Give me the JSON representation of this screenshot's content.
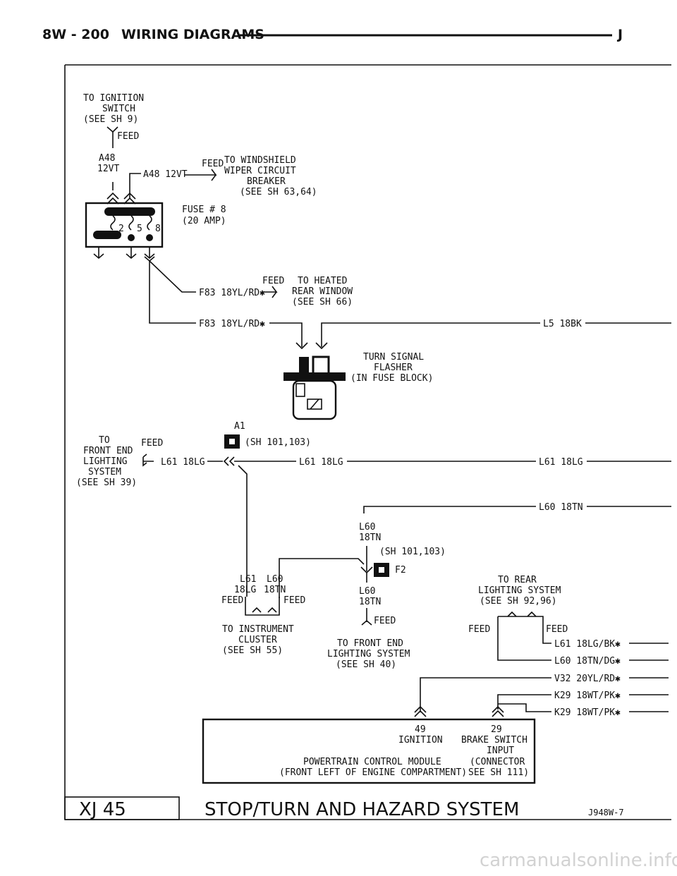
{
  "header": {
    "left": "8W - 200",
    "title": "WIRING DIAGRAMS",
    "right": "J"
  },
  "ignition": {
    "line1": "TO IGNITION",
    "line2": "SWITCH",
    "line3": "(SEE SH 9)",
    "feed": "FEED"
  },
  "a48": {
    "line1": "A48",
    "line2": "12VT",
    "wire": "A48 12VT"
  },
  "wiper": {
    "feed": "FEED",
    "line1": "TO WINDSHIELD",
    "line2": "WIPER CIRCUIT",
    "line3": "BREAKER",
    "line4": "(SEE SH 63,64)"
  },
  "fuse": {
    "line1": "FUSE # 8",
    "line2": "(20 AMP)",
    "pin2": "2",
    "pin5": "5",
    "pin8": "8"
  },
  "heated": {
    "feed": "FEED",
    "line1": "TO HEATED",
    "line2": "REAR WINDOW",
    "line3": "(SEE SH 66)",
    "wire": "F83 18YL/RD✱"
  },
  "f83_main": "F83 18YL/RD✱",
  "l5": "L5 18BK",
  "flasher": {
    "line1": "TURN SIGNAL",
    "line2": "FLASHER",
    "line3": "(IN FUSE BLOCK)"
  },
  "a1": {
    "label": "A1",
    "ref": "(SH 101,103)"
  },
  "front_lighting": {
    "line1": "TO",
    "line2": "FRONT END",
    "line3": "LIGHTING",
    "line4": "SYSTEM",
    "line5": "(SEE SH 39)",
    "feed": "FEED"
  },
  "l61_wires": {
    "left": "L61 18LG",
    "middle": "L61 18LG",
    "right": "L61 18LG"
  },
  "l60_wires": {
    "right": "L60 18TN",
    "vert_top": "L60",
    "vert_bottom": "18TN"
  },
  "f2": {
    "ref": "(SH 101,103)",
    "label": "F2",
    "wire_top": "L60",
    "wire_bottom": "18TN",
    "feed": "FEED"
  },
  "cluster": {
    "l61": "L61",
    "l60": "L60",
    "l61g": "18LG",
    "l60g": "18TN",
    "feed_left": "FEED",
    "feed_right": "FEED",
    "line1": "TO INSTRUMENT",
    "line2": "CLUSTER",
    "line3": "(SEE SH 55)"
  },
  "front_end": {
    "line1": "TO FRONT END",
    "line2": "LIGHTING SYSTEM",
    "line3": "(SEE SH 40)"
  },
  "rear": {
    "line1": "TO REAR",
    "line2": "LIGHTING SYSTEM",
    "line3": "(SEE SH 92,96)",
    "feed_left": "FEED",
    "feed_right": "FEED"
  },
  "right_wires": [
    "L61 18LG/BK✱",
    "L60 18TN/DG✱",
    "V32 20YL/RD✱",
    "K29 18WT/PK✱",
    "K29 18WT/PK✱"
  ],
  "pcm": {
    "pin49": "49",
    "pin29": "29",
    "ignition": "IGNITION",
    "brake1": "BRAKE SWITCH",
    "brake2": "INPUT",
    "line1": "POWERTRAIN CONTROL MODULE",
    "line1b": "(CONNECTOR",
    "line2": "(FRONT LEFT OF ENGINE COMPARTMENT)",
    "line2b": "SEE SH 111)"
  },
  "footer": {
    "model": "XJ 45",
    "title": "STOP/TURN AND HAZARD SYSTEM",
    "code": "J948W-7"
  },
  "watermark": "carmanualsonline.info"
}
